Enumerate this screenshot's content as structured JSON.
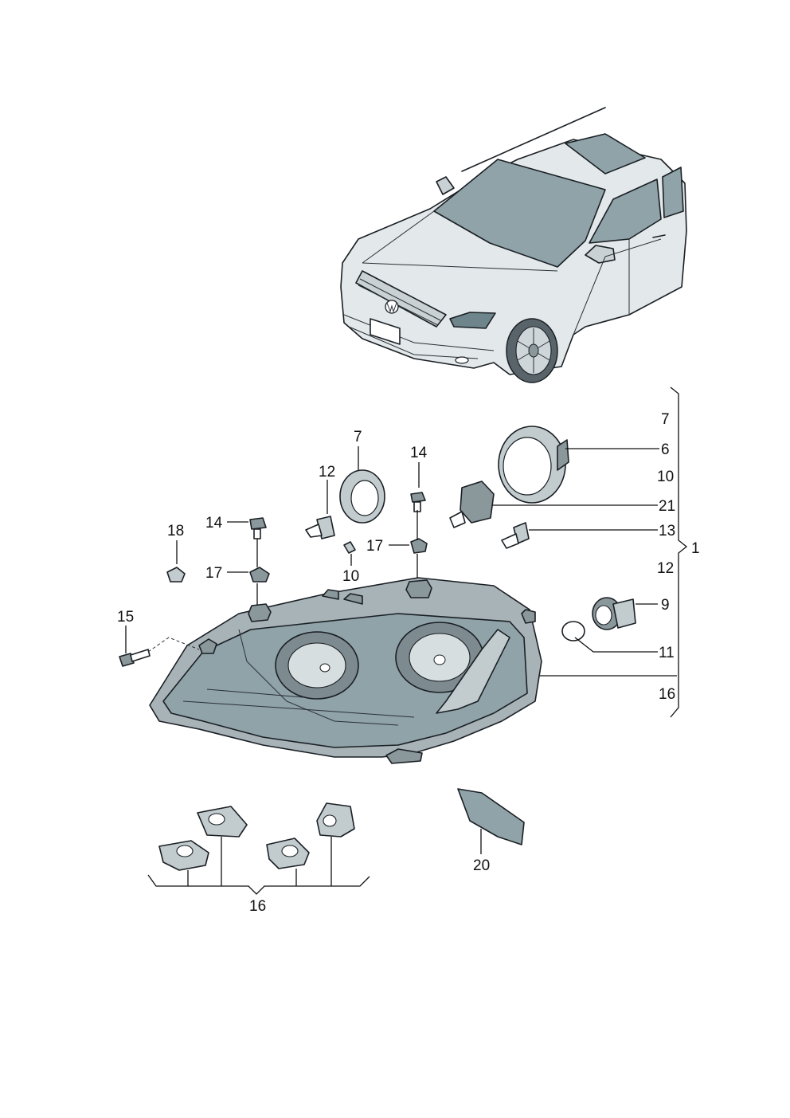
{
  "colors": {
    "body": "#e3e8ea",
    "body_shade": "#c9d1d4",
    "glass": "#8fa3a9",
    "glass_dark": "#6e858b",
    "housing": "#a8b3b7",
    "housing_dark": "#7d8a8f",
    "part": "#c2cbce",
    "part_dark": "#8a979b",
    "outline": "#1a1f24",
    "background": "#ffffff"
  },
  "callouts": {
    "c7_top": "7",
    "c12_left": "12",
    "c14_mid": "14",
    "c18": "18",
    "c14_left": "14",
    "c17_left": "17",
    "c17_mid": "17",
    "c10_mid": "10",
    "c15": "15",
    "c20": "20",
    "c16_bottom": "16",
    "bracket_group": "1"
  },
  "right_list": [
    "7",
    "6",
    "10",
    "21",
    "13",
    "12",
    "9",
    "11",
    "16"
  ]
}
